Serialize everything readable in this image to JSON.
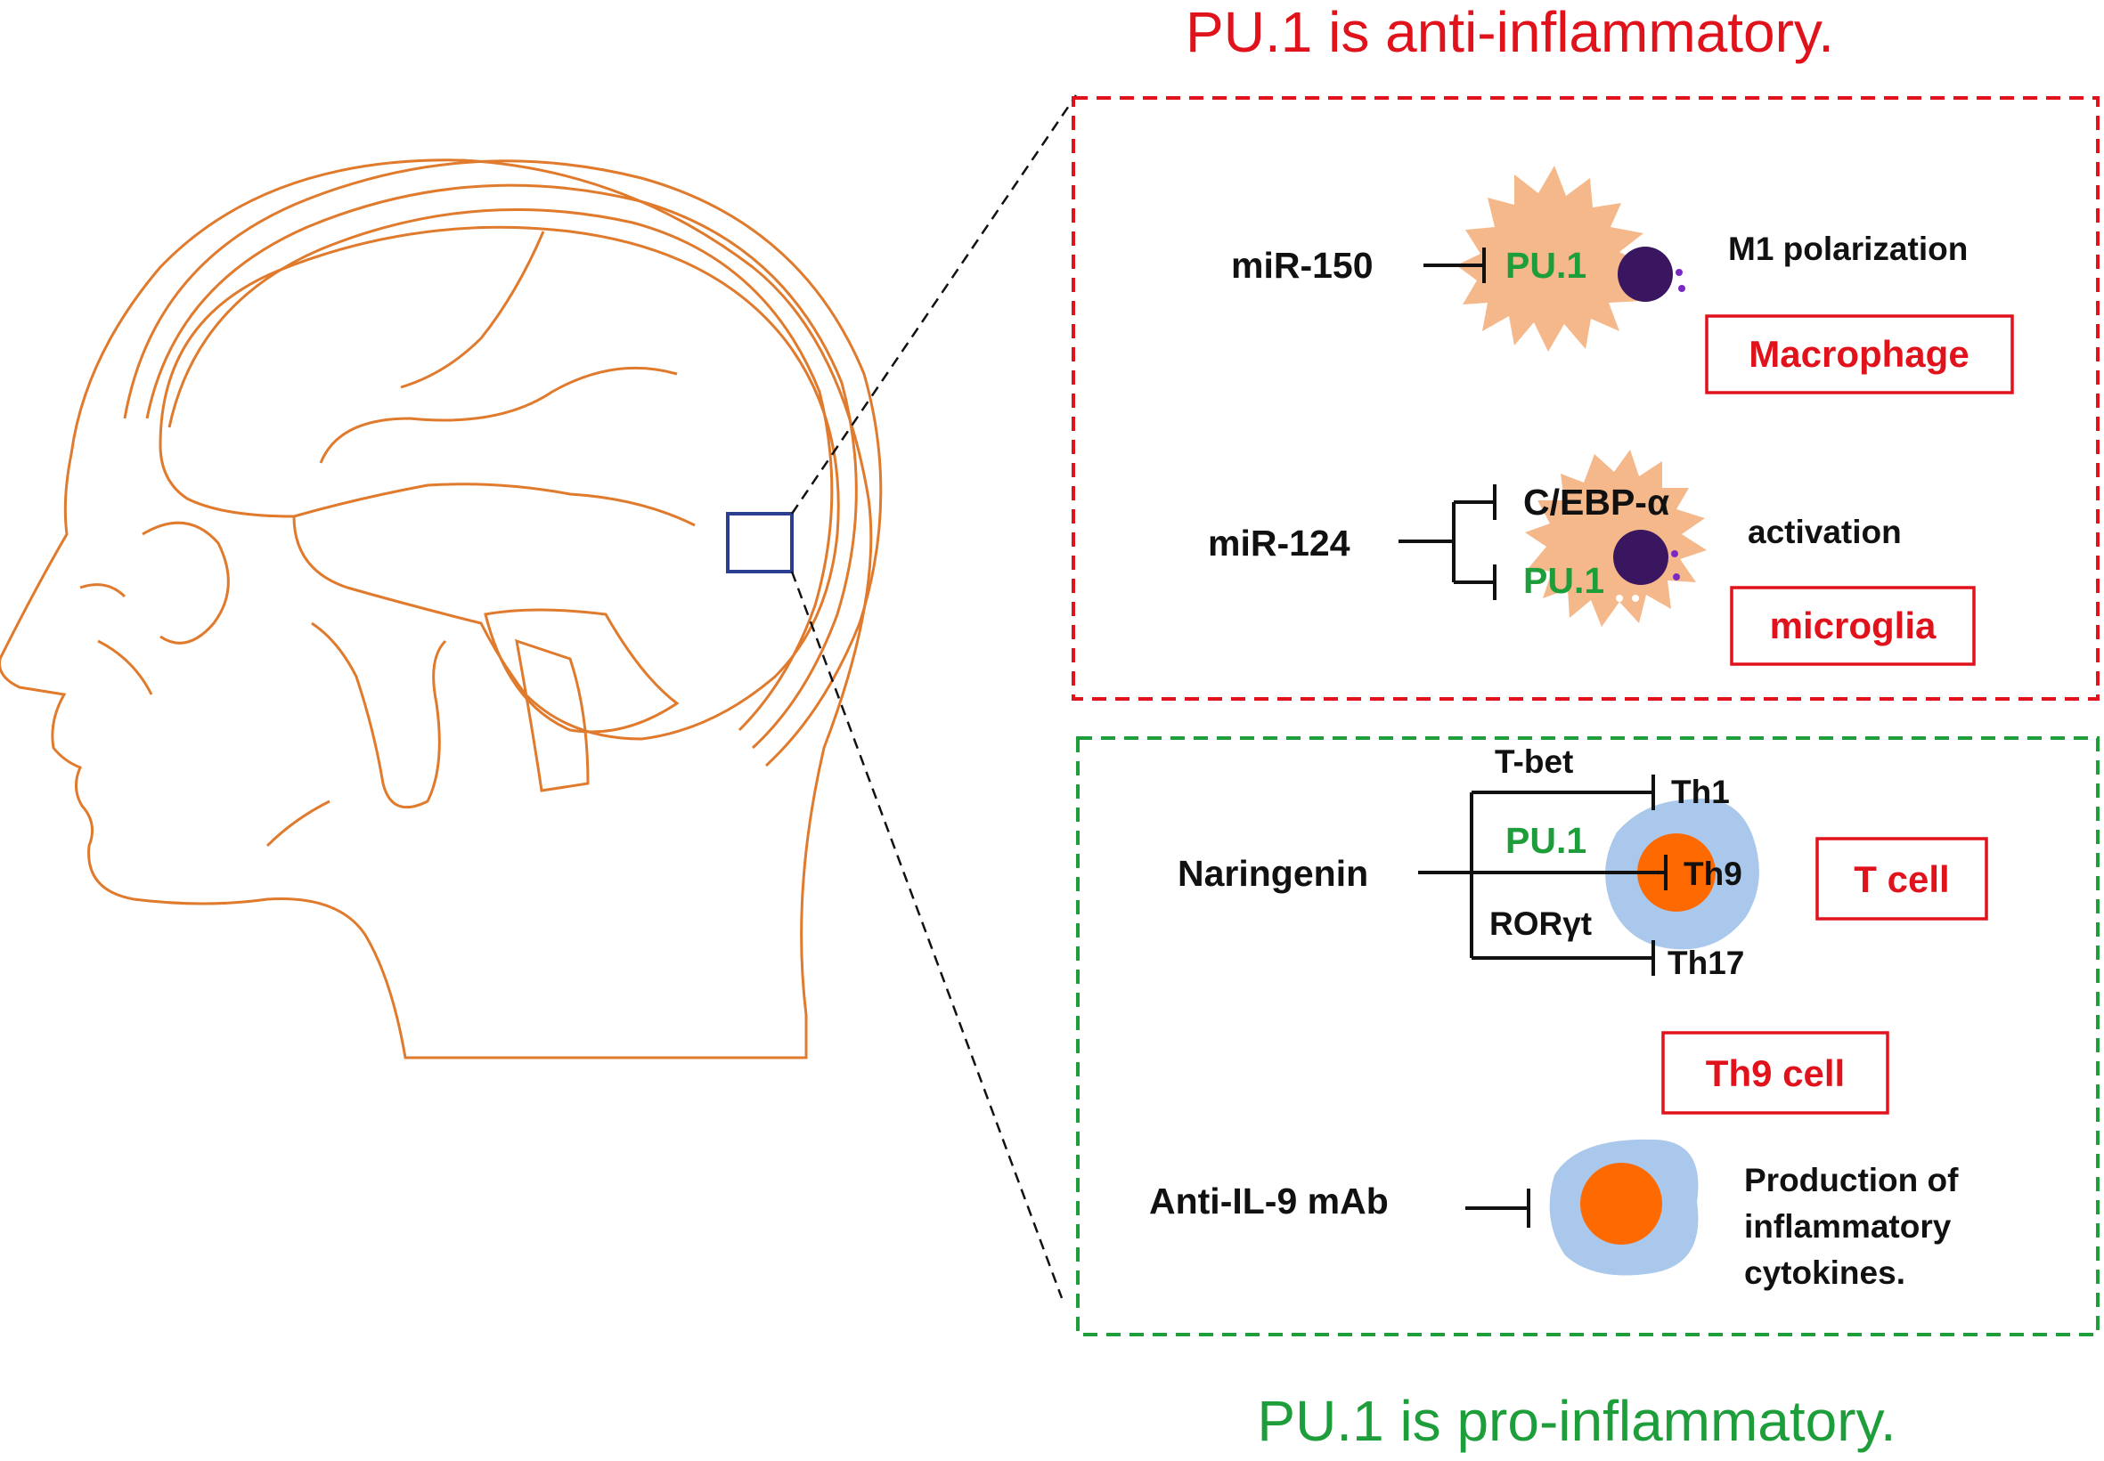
{
  "headings": {
    "top": "PU.1 is anti-inflammatory.",
    "bottom": "PU.1 is pro-inflammatory."
  },
  "colors": {
    "anti_inflammatory": "#e0121b",
    "pro_inflammatory": "#1e9e3a",
    "head_outline": "#e07a2c",
    "head_fill": "#fdf3e8",
    "brain_fill": "#f8cfa6",
    "macrophage_fill": "#f4b88b",
    "nucleus": "#3a1560",
    "t_cell_fill": "#a9c8ec",
    "t_cell_nucleus": "#ff6a00",
    "zoom_box": "#2a3f8f"
  },
  "top_panel": {
    "row1": {
      "inhibitor": "miR-150",
      "target": "PU.1",
      "effect": "M1 polarization",
      "cell_type": "Macrophage"
    },
    "row2": {
      "inhibitor": "miR-124",
      "target_1": "C/EBP-α",
      "target_2": "PU.1",
      "effect": "activation",
      "cell_type": "microglia"
    }
  },
  "bottom_panel": {
    "naringenin": {
      "inhibitor": "Naringenin",
      "factor_1": "T-bet",
      "factor_2": "PU.1",
      "factor_3": "RORγt",
      "subset_1": "Th1",
      "subset_2": "Th9",
      "subset_3": "Th17",
      "cell_type": "T cell"
    },
    "antibody": {
      "cell_type": "Th9 cell",
      "inhibitor": "Anti-IL-9 mAb",
      "effect_line_1": "Production of",
      "effect_line_2": "inflammatory",
      "effect_line_3": "cytokines."
    }
  }
}
